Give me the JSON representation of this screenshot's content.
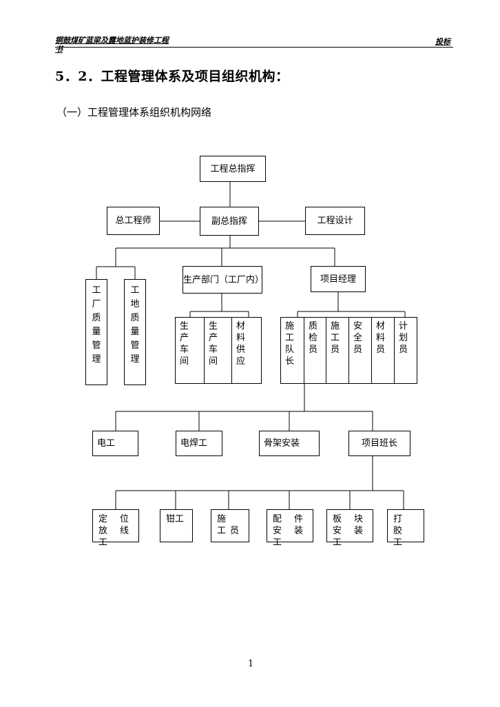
{
  "header": {
    "left": "铜鼓煤矿蓝梁及露地蓝护装修工程书",
    "right": "投标"
  },
  "section_title": "5．2．工程管理体系及项目组织机构：",
  "sub_title": "（一）工程管理体系组织机构网络",
  "org": {
    "top": "工程总指挥",
    "chief_engineer": "总工程师",
    "deputy": "副总指挥",
    "design": "工程设计",
    "factory_qc": "工厂质量管理",
    "site_qc": "工地质量管理",
    "production": "生产部门（工厂内）",
    "pm": "项目经理",
    "workshop1": "生产车间",
    "workshop2": "生产车间",
    "material_supply": "材料供应",
    "team_leader": "施工队长",
    "qc_staff": "质检员",
    "construction_staff": "施工员",
    "safety_staff": "安全员",
    "material_staff": "材料员",
    "plan_staff": "计划员",
    "electrician": "电工",
    "welder": "电焊工",
    "frame_install": "骨架安装",
    "foreman": "项目班长",
    "locate": "定位放线工",
    "fitter": "钳工",
    "constructor": "施 工员",
    "fitting_install": "配件安装工",
    "panel_install": "板块安装工",
    "gluer": "打 胶工"
  },
  "page_number": "1"
}
